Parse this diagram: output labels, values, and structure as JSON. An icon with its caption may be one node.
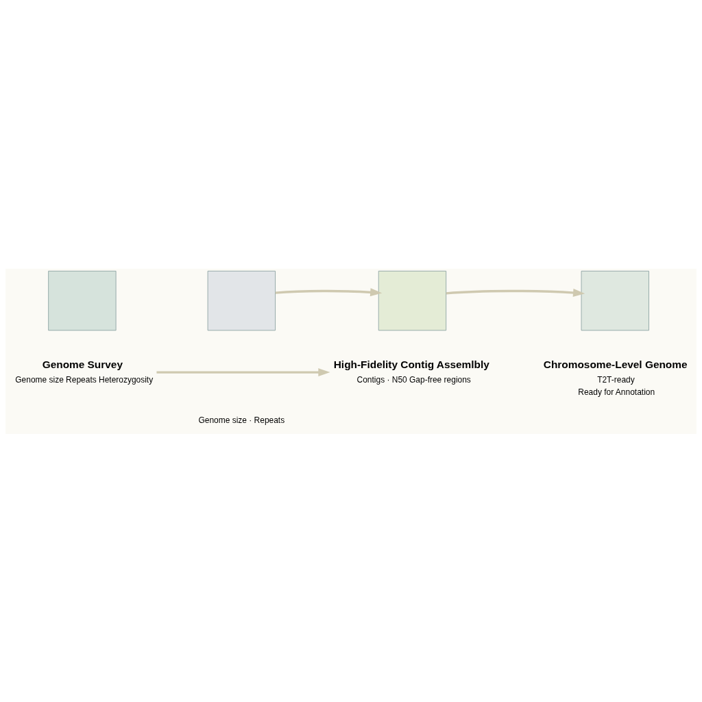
{
  "diagram": {
    "nodes": [
      {
        "text": [],
        "shape": "box"
      },
      {
        "text": [],
        "shape": "box"
      },
      {
        "text": [],
        "shape": "box"
      },
      {
        "text": [],
        "shape": "box"
      },
      {
        "text": [
          "Genome Survey",
          "Genome size Repeats Heterozygosity"
        ]
      },
      {
        "text": [
          "High-Fidelity Contig Assemlbly",
          "Contigs · N50 Gap-free regions"
        ]
      },
      {
        "text": [
          "Chromosome-Level Genome",
          "T2T-ready",
          "Ready for Annotation"
        ]
      }
    ],
    "edges": [
      {
        "from": 1,
        "to": 2,
        "arrow": "to"
      },
      {
        "from": 2,
        "to": 3,
        "arrow": "to"
      },
      {
        "from": 4,
        "to": 5,
        "arrow": "to"
      }
    ],
    "labels": [
      "Genome size · Repeats"
    ]
  }
}
